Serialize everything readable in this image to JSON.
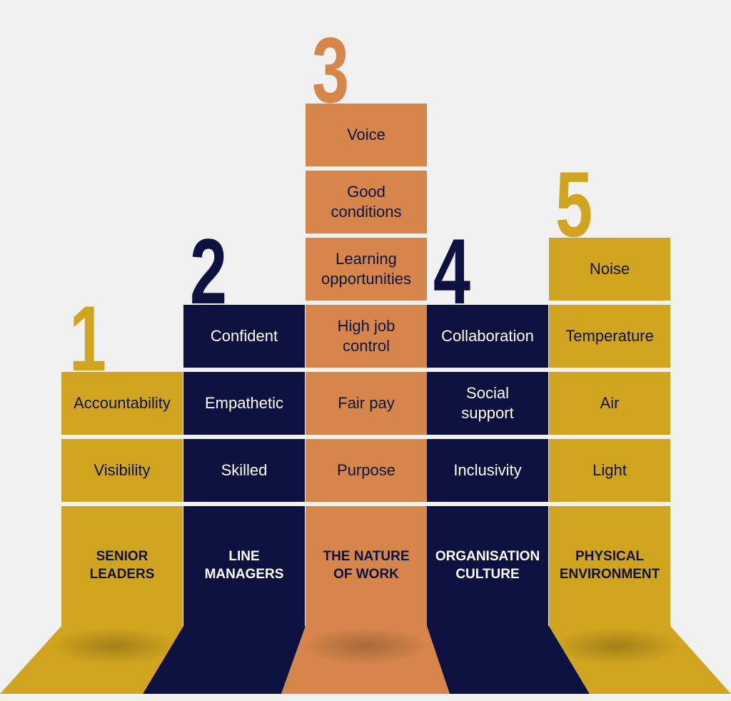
{
  "colors": {
    "gold": "#d1a41f",
    "navy": "#0c1140",
    "orange": "#d6864a",
    "background": "#f1f1f1",
    "text_dark": "#0c1140",
    "text_light": "#ffffff"
  },
  "pillars": [
    {
      "number": "1",
      "title": "SENIOR\nLEADERS",
      "color": "#d1a41f",
      "text_color": "#0c1140",
      "items": [
        "Accountability",
        "Visibility"
      ]
    },
    {
      "number": "2",
      "title": "LINE\nMANAGERS",
      "color": "#0c1140",
      "text_color": "#ffffff",
      "items": [
        "Confident",
        "Empathetic",
        "Skilled"
      ]
    },
    {
      "number": "3",
      "title": "THE NATURE\nOF WORK",
      "color": "#d6864a",
      "text_color": "#0c1140",
      "items": [
        "Voice",
        "Good\nconditions",
        "Learning\nopportunities",
        "High job\ncontrol",
        "Fair pay",
        "Purpose"
      ]
    },
    {
      "number": "4",
      "title": "ORGANISATION\nCULTURE",
      "color": "#0c1140",
      "text_color": "#ffffff",
      "items": [
        "Collaboration",
        "Social\nsupport",
        "Inclusivity"
      ]
    },
    {
      "number": "5",
      "title": "PHYSICAL\nENVIRONMENT",
      "color": "#d1a41f",
      "text_color": "#0c1140",
      "items": [
        "Noise",
        "Temperature",
        "Air",
        "Light"
      ]
    }
  ]
}
